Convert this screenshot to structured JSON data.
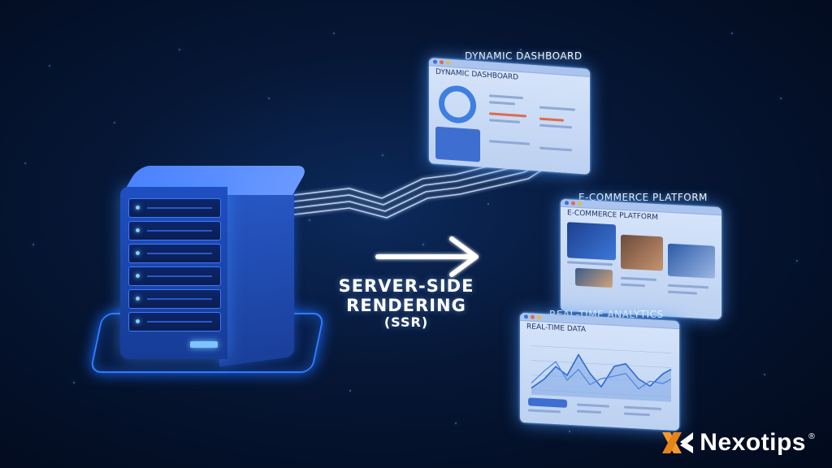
{
  "diagram": {
    "center_label": {
      "line1": "SERVER-SIDE",
      "line2": "RENDERING",
      "line3": "(SSR)"
    },
    "panels": [
      {
        "title": "DYNAMIC DASHBOARD",
        "inner_title": "DYNAMIC DASHBOARD"
      },
      {
        "title": "E-COMMERCE PLATFORM",
        "inner_title": "E-COMMERCE PLATFORM"
      },
      {
        "title": "REAL-TIME ANALYTICS",
        "inner_title": "REAL-TIME DATA"
      }
    ]
  },
  "brand": {
    "name": "Nexotips",
    "registered_mark": "®",
    "colors": {
      "accent": "#2f7dff",
      "logo_orange": "#f29a2e",
      "background": "#061634"
    }
  },
  "icons": [
    "server-icon",
    "arrow-right-icon",
    "nexotips-logo-icon"
  ]
}
